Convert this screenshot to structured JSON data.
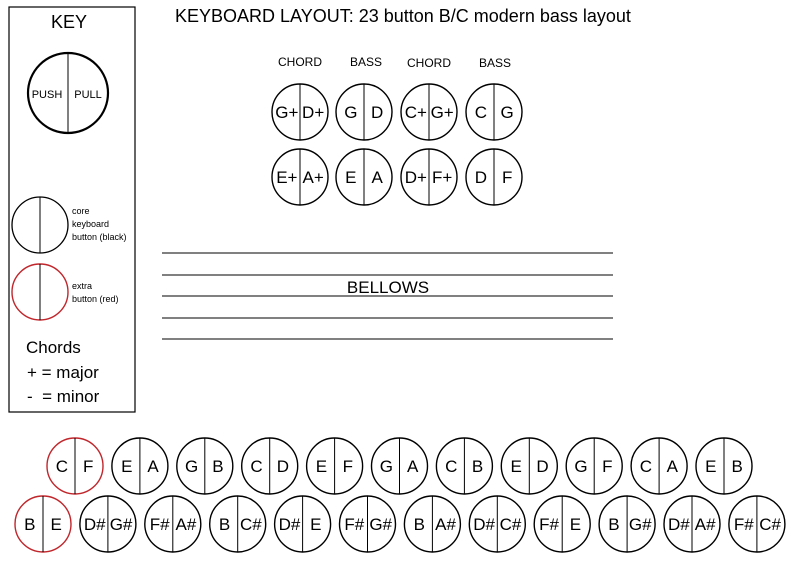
{
  "title": "KEYBOARD LAYOUT: 23 button B/C modern bass layout",
  "colors": {
    "core": "#000000",
    "extra": "#c0262b",
    "background": "#ffffff"
  },
  "key_panel": {
    "title": "KEY",
    "push_label": "PUSH",
    "pull_label": "PULL",
    "core_label": [
      "core",
      "keyboard",
      "button (black)"
    ],
    "extra_label": [
      "extra",
      "button (red)"
    ],
    "chords_title": "Chords",
    "major_line": "+ = major",
    "minor_line": "-  = minor"
  },
  "bass_section": {
    "headers": [
      "CHORD",
      "BASS",
      "CHORD",
      "BASS"
    ],
    "rows": [
      [
        {
          "push": "G+",
          "pull": "D+"
        },
        {
          "push": "G",
          "pull": "D"
        },
        {
          "push": "C+",
          "pull": "G+"
        },
        {
          "push": "C",
          "pull": "G"
        }
      ],
      [
        {
          "push": "E+",
          "pull": "A+"
        },
        {
          "push": "E",
          "pull": "A"
        },
        {
          "push": "D+",
          "pull": "F+"
        },
        {
          "push": "D",
          "pull": "F"
        }
      ]
    ]
  },
  "bellows_label": "BELLOWS",
  "treble_rows": [
    [
      {
        "push": "C",
        "pull": "F",
        "type": "extra"
      },
      {
        "push": "E",
        "pull": "A",
        "type": "core"
      },
      {
        "push": "G",
        "pull": "B",
        "type": "core"
      },
      {
        "push": "C",
        "pull": "D",
        "type": "core"
      },
      {
        "push": "E",
        "pull": "F",
        "type": "core"
      },
      {
        "push": "G",
        "pull": "A",
        "type": "core"
      },
      {
        "push": "C",
        "pull": "B",
        "type": "core"
      },
      {
        "push": "E",
        "pull": "D",
        "type": "core"
      },
      {
        "push": "G",
        "pull": "F",
        "type": "core"
      },
      {
        "push": "C",
        "pull": "A",
        "type": "core"
      },
      {
        "push": "E",
        "pull": "B",
        "type": "core"
      }
    ],
    [
      {
        "push": "B",
        "pull": "E",
        "type": "extra"
      },
      {
        "push": "D#",
        "pull": "G#",
        "type": "core"
      },
      {
        "push": "F#",
        "pull": "A#",
        "type": "core"
      },
      {
        "push": "B",
        "pull": "C#",
        "type": "core"
      },
      {
        "push": "D#",
        "pull": "E",
        "type": "core"
      },
      {
        "push": "F#",
        "pull": "G#",
        "type": "core"
      },
      {
        "push": "B",
        "pull": "A#",
        "type": "core"
      },
      {
        "push": "D#",
        "pull": "C#",
        "type": "core"
      },
      {
        "push": "F#",
        "pull": "E",
        "type": "core"
      },
      {
        "push": "B",
        "pull": "G#",
        "type": "core"
      },
      {
        "push": "D#",
        "pull": "A#",
        "type": "core"
      },
      {
        "push": "F#",
        "pull": "C#",
        "type": "core"
      }
    ]
  ]
}
